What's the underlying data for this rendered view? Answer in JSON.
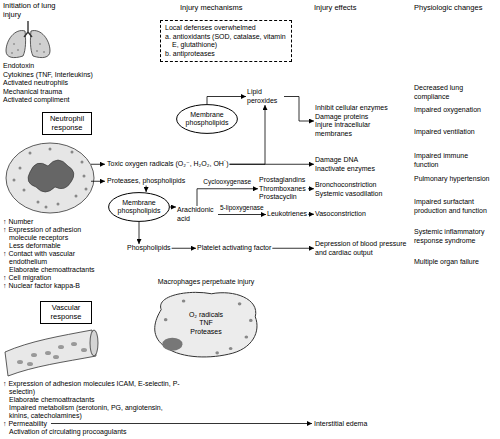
{
  "diagram": {
    "nodes": [
      {
        "text": [
          "Local defenses overwhelmed",
          "a. antioxidants (SOD, catalase, vitamin E, glutathione)",
          "b. antiproteases"
        ]
      },
      {
        "text": [
          "Lipid peroxides"
        ]
      },
      {
        "text": [
          "Membrane phospholipids"
        ]
      },
      {
        "text": [
          "Neutrophil response"
        ]
      },
      {
        "text": [
          "Toxic oxygen radicals (O₂⁻, H₂O₂, OH˙)"
        ]
      },
      {
        "text": [
          "Proteases, phospholipids"
        ]
      },
      {
        "text": [
          "Membrane phospholipids"
        ]
      },
      {
        "text": [
          "Prostaglandins Thromboxanes Prostacyclin"
        ]
      },
      {
        "text": [
          "Arachidonic acid"
        ]
      },
      {
        "text": [
          "Leukotrienes"
        ]
      },
      {
        "text": [
          "Phospholipids"
        ]
      },
      {
        "text": [
          "Platelet activating factor"
        ]
      },
      {
        "text": [
          "Inhibit cellular enzymes",
          "Damage proteins",
          "Injure intracellular membranes"
        ]
      },
      {
        "text": [
          "Damage DNA",
          "Inactivate enzymes"
        ]
      },
      {
        "text": [
          "Bronchoconstriction",
          "Systemic vasodilation"
        ]
      },
      {
        "text": [
          "Vasoconstriction"
        ]
      },
      {
        "text": [
          "Depression of blood pressure and cardiac output"
        ]
      },
      {
        "text": [
          "Vascular response"
        ]
      },
      {
        "text": [
          "Macrophages perpetuate injury",
          "O₂ radicals TNF Proteases"
        ]
      }
    ],
    "edges": [
      {
        "from": 4,
        "to": 13,
        "arrow": "to"
      },
      {
        "from": 4,
        "to": 1,
        "arrow": "to"
      },
      {
        "from": 2,
        "to": 1,
        "arrow": "to"
      },
      {
        "from": 1,
        "to": 12,
        "arrow": "to"
      },
      {
        "from": 5,
        "to": 6,
        "arrow": "to"
      },
      {
        "from": 6,
        "to": 8,
        "arrow": "to"
      },
      {
        "from": 6,
        "to": 10,
        "arrow": "to"
      },
      {
        "from": 8,
        "to": 7,
        "label": "Cyclooxygenase",
        "arrow": "to"
      },
      {
        "from": 8,
        "to": 9,
        "label": "5-lipoxygenase",
        "arrow": "to"
      },
      {
        "from": 10,
        "to": 11,
        "arrow": "to"
      },
      {
        "from": 7,
        "to": 14,
        "arrow": "to"
      },
      {
        "from": 9,
        "to": 15,
        "arrow": "to"
      },
      {
        "from": 11,
        "to": 16,
        "arrow": "to"
      }
    ],
    "labels": [
      "Initiation of lung injury",
      "Injury mechanisms",
      "Injury effects",
      "Physiologic changes",
      "Endotoxin",
      "Cytokines (TNF, Interleukins)",
      "Activated neutrophils",
      "Mechanical trauma",
      "Activated compliment",
      "↑ Number",
      "↑ Expression of adhesion molecule receptors",
      "Less deformable",
      "↑ Contact with vascular endothelium",
      "Elaborate chemoattractants",
      "↑ Cell migration",
      "↑ Nuclear factor kappa-B",
      "↑ Expression of adhesion molecules ICAM, E-selectin, P-selectin)",
      "Elaborate chemoattractants",
      "Impaired metabolism (serotonin, PG, angiotensin, kinins, catecholamines)",
      "↑ Permeability",
      "Activation of circulating procoagulants",
      "Decreased lung compliance",
      "Impaired oxygenation",
      "Impaired ventilation",
      "Impaired immune function",
      "Pulmonary hypertension",
      "Impaired surfactant production and function",
      "Systemic inflammatory response syndrome",
      "Multiple organ failure",
      "Interstitial edema"
    ]
  }
}
